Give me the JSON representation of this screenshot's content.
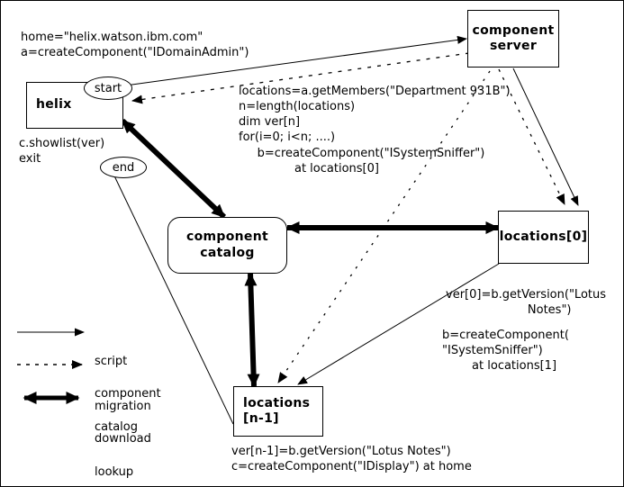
{
  "diagram": {
    "title": "helix mobile agent / component catalog diagram",
    "stroke_color": "#000000",
    "background_color": "#ffffff"
  },
  "nodes": {
    "helix": {
      "label": "helix",
      "shape": "rectangle"
    },
    "start": {
      "label": "start",
      "shape": "oval"
    },
    "end": {
      "label": "end",
      "shape": "oval"
    },
    "component_server": {
      "label_line1": "component",
      "label_line2": "server",
      "shape": "rectangle"
    },
    "component_catalog": {
      "label_line1": "component",
      "label_line2": "catalog",
      "shape": "rounded-rectangle"
    },
    "locations_0": {
      "label": "locations[0]",
      "shape": "rectangle"
    },
    "locations_n1": {
      "label_line1": "locations",
      "label_line2": "[n-1]",
      "shape": "rectangle"
    }
  },
  "annotations": {
    "home_init": "home=\"helix.watson.ibm.com\"\na=createComponent(\"IDomainAdmin\")",
    "helix_exit": "c.showlist(ver)\nexit",
    "loop_block": "locations=a.getMembers(\"Department 931B\")\nn=length(locations)\ndim ver[n]\nfor(i=0; i<n; ....)\n     b=createComponent(\"ISystemSniffer\")\n               at locations[0]",
    "version_0": "ver[0]=b.getVersion(\"Lotus\n                      Notes\")",
    "create_next": "b=createComponent(\n\"ISystemSniffer\")\n        at locations[1]",
    "bottom_block": "ver[n-1]=b.getVersion(\"Lotus Notes\")\nc=createComponent(\"IDisplay\") at home"
  },
  "legend": {
    "items": [
      {
        "style": "solid-thin",
        "label_line1": "script",
        "label_line2": "migration"
      },
      {
        "style": "dotted",
        "label_line1": "component",
        "label_line2": "download"
      },
      {
        "style": "solid-thick-double",
        "label_line1": "catalog",
        "label_line2": "lookup"
      }
    ]
  }
}
